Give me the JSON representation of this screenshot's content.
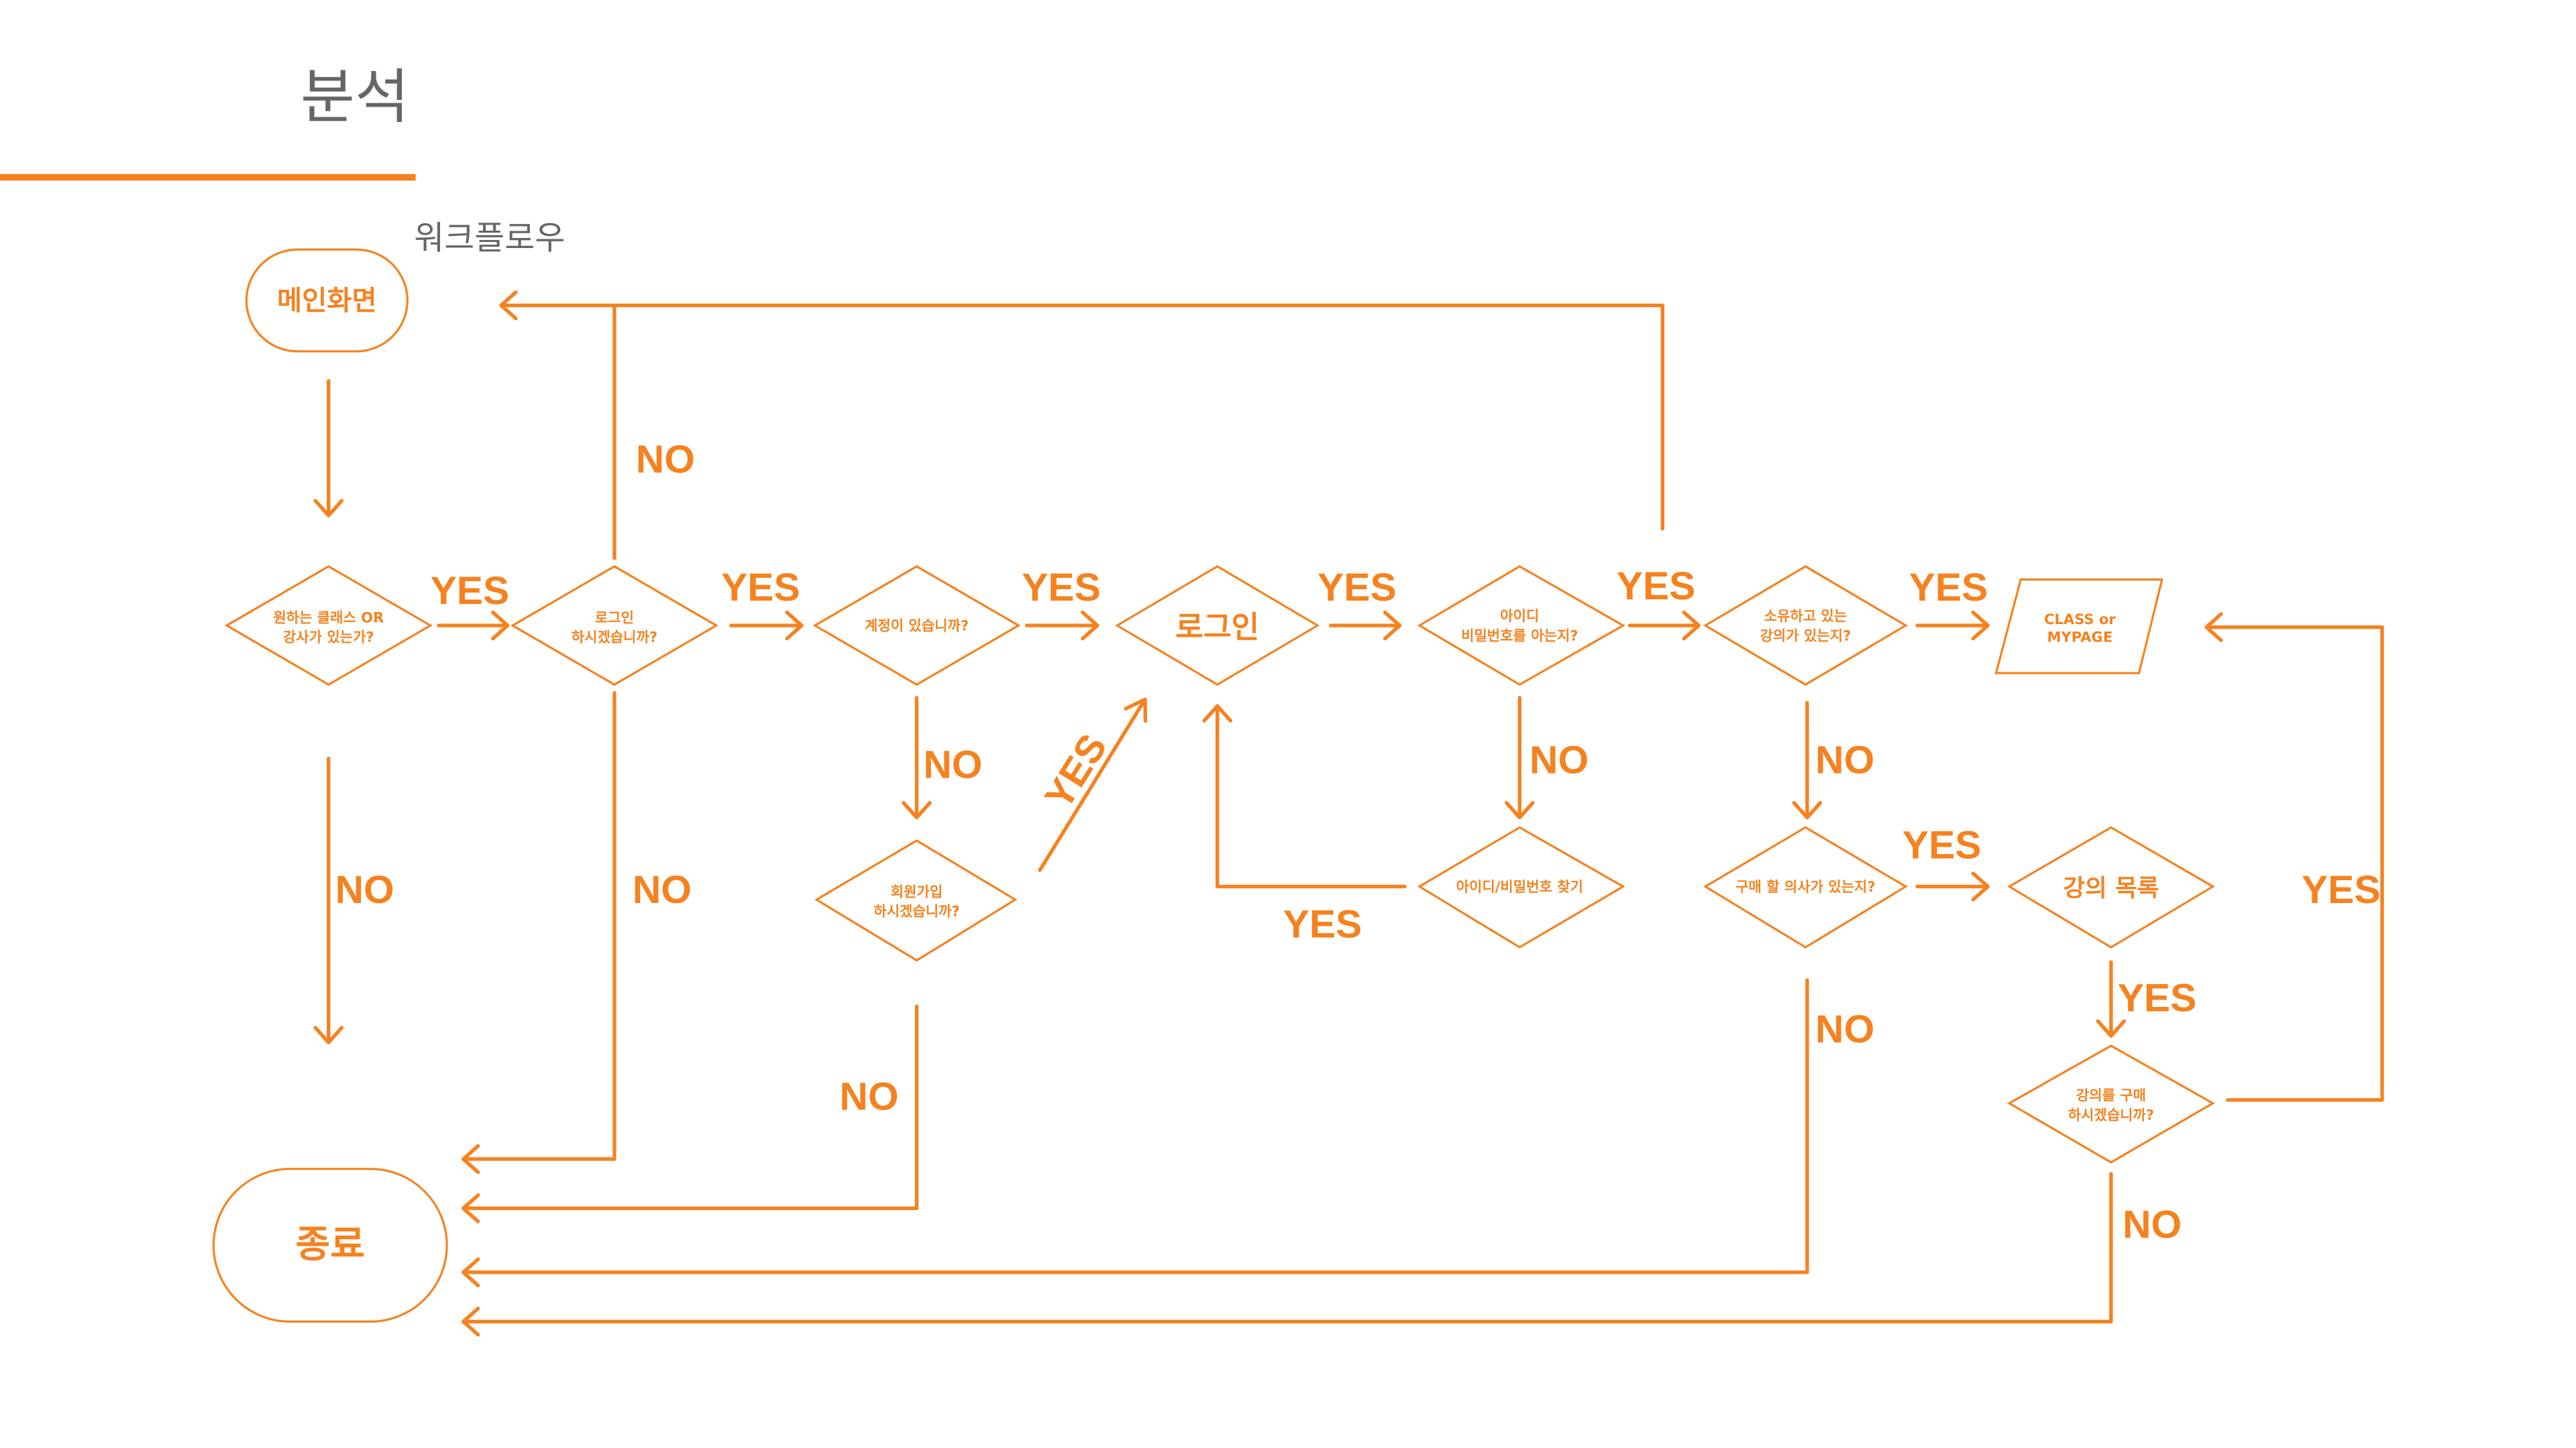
{
  "header": {
    "title": "분석",
    "subtitle": "워크플로우"
  },
  "colors": {
    "accent": "#F5821F",
    "text": "#666666",
    "background": "#FFFFFF"
  },
  "labels": {
    "yes": "YES",
    "no": "NO"
  },
  "nodes": {
    "main_screen": "메인화면",
    "end": "종료",
    "want_class": {
      "line1": "원하는 클래스 OR",
      "line2": "강사가 있는가?"
    },
    "login_prompt": {
      "line1": "로그인",
      "line2": "하시겠습니까?"
    },
    "has_account": "계정이 있습니까?",
    "login": "로그인",
    "knows_credentials": {
      "line1": "아이디",
      "line2": "비밀번호를 아는지?"
    },
    "owns_course": {
      "line1": "소유하고 있는",
      "line2": "강의가 있는지?"
    },
    "class_or_mypage": {
      "line1": "CLASS or",
      "line2": "MYPAGE"
    },
    "signup_prompt": {
      "line1": "회원가입",
      "line2": "하시겠습니까?"
    },
    "find_credentials": "아이디/비밀번호 찾기",
    "purchase_intent": "구매 할 의사가 있는지?",
    "course_list": "강의 목록",
    "purchase_prompt": {
      "line1": "강의를 구매",
      "line2": "하시겠습니까?"
    }
  }
}
